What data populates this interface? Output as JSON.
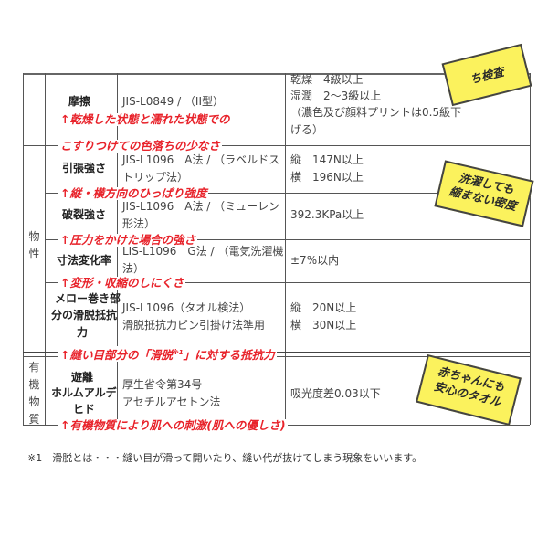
{
  "rows": {
    "abrasion": {
      "name": "摩擦",
      "method": "JIS-L0849 / （II型）",
      "std": [
        "乾燥　4級以上",
        "湿潤　2～3級以上",
        "（濃色及び顔料プリントは0.5級下",
        "げる）"
      ],
      "note_line1": "↑乾燥した状態と濡れた状態での",
      "note_line2": "こすりつけての色落ちの少なさ",
      "bubble": "ち検査"
    },
    "tensile": {
      "name": "引張強さ",
      "method": [
        "JIS-L1096　A法 / （ラベルドス",
        "トリップ法）"
      ],
      "std": [
        "縦　147N以上",
        "横　196N以上"
      ],
      "note": "↑縦・横方向のひっぱり強度",
      "bubble": [
        "洗濯しても",
        "縮まない密度"
      ]
    },
    "burst": {
      "name": "破裂強さ",
      "method": [
        "JIS-L1096　A法 / （ミューレン",
        "形法）"
      ],
      "std": "392.3KPa以上",
      "note": "↑圧力をかけた場合の強さ"
    },
    "dimension": {
      "name": "寸法変化率",
      "method": [
        "LIS-L1096　G法 / （電気洗濯機",
        "法）"
      ],
      "std": "±7%以内",
      "note": "↑変形・収縮のしにくさ"
    },
    "slip": {
      "name": [
        "メロー巻き部",
        "分の滑脱抵抗",
        "力"
      ],
      "method": [
        "JIS-L1096（タオル検法）",
        "滑脱抵抗力ピン引掛け法準用"
      ],
      "std": [
        "縦　20N以上",
        "横　30N以上"
      ],
      "note_pre": "↑縫い目部分の「滑脱",
      "note_sup": "※1",
      "note_post": "」に対する抵抗力"
    },
    "formaldehyde": {
      "name": [
        "遊離",
        "ホルムアルデ",
        "ヒド"
      ],
      "method": [
        "厚生省令第34号",
        "アセチルアセトン法"
      ],
      "std": "吸光度差0.03以下",
      "note": "↑有機物質により肌への刺激(肌への優しさ)",
      "bubble": [
        "赤ちゃんにも",
        "安心のタオル"
      ]
    }
  },
  "categories": {
    "physical": [
      "物",
      "性"
    ],
    "organic": [
      "有",
      "機",
      "物",
      "質"
    ]
  },
  "footnote": "※1　滑脱とは・・・縫い目が滑って開いたり、縫い代が抜けてしまう現象をいいます。",
  "colors": {
    "note_red": "#e8222a",
    "bubble_yellow": "#fbf25d"
  }
}
